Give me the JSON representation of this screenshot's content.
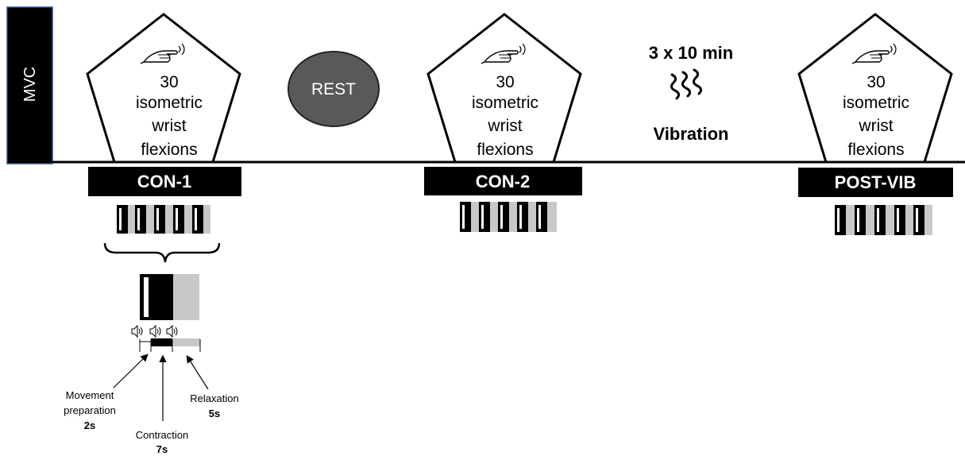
{
  "mvc": {
    "label": "MVC"
  },
  "rest": {
    "label": "REST"
  },
  "vibration": {
    "duration": "3 x 10 min",
    "label": "Vibration",
    "icon": "vibration-wave-icon"
  },
  "task": {
    "lines": [
      "30",
      "isometric",
      "wrist",
      "flexions"
    ],
    "icon": "hand-flexion-icon"
  },
  "conditions": [
    {
      "id": "con1",
      "label": "CON-1"
    },
    {
      "id": "con2",
      "label": "CON-2"
    },
    {
      "id": "postvib",
      "label": "POST-VIB"
    }
  ],
  "trial_detail": {
    "icon": "speaker-icon",
    "phases": [
      {
        "name": "Movement",
        "name2": "preparation",
        "duration": "2s",
        "seconds": 2
      },
      {
        "name": "Contraction",
        "duration": "7s",
        "seconds": 7
      },
      {
        "name": "Relaxation",
        "duration": "5s",
        "seconds": 5
      }
    ]
  },
  "colors": {
    "rest_fill": "#595959",
    "relax_gray": "#c8c8c8",
    "mvc_border": "#2f4f8f",
    "black": "#000000"
  }
}
